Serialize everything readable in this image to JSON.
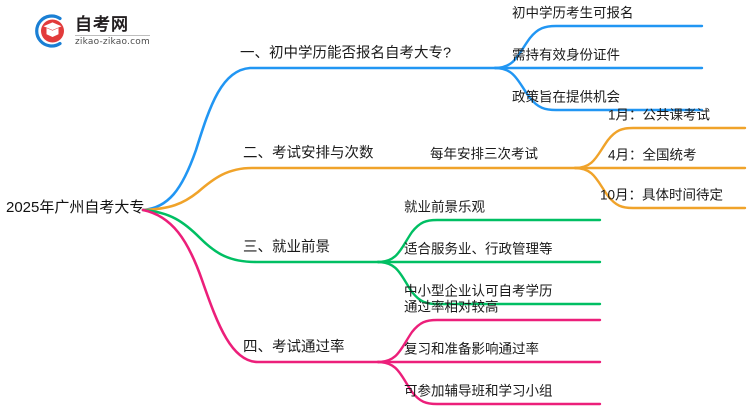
{
  "logo": {
    "name": "自考网",
    "domain": "zikao-zikao.com"
  },
  "mindmap": {
    "root": "2025年广州自考大专",
    "colors": {
      "branch1": "#2196f3",
      "branch2": "#f0a32a",
      "branch3": "#00bf63",
      "branch4": "#ec1f7a"
    },
    "branches": [
      {
        "label": "一、初中学历能否报名自考大专?",
        "color": "#2196f3",
        "children": [
          {
            "label": "初中学历考生可报名"
          },
          {
            "label": "需持有效身份证件"
          },
          {
            "label": "政策旨在提供机会"
          }
        ]
      },
      {
        "label": "二、考试安排与次数",
        "color": "#f0a32a",
        "mid": "每年安排三次考试",
        "children": [
          {
            "label": "1月：公共课考试"
          },
          {
            "label": "4月：全国统考"
          },
          {
            "label": "10月：具体时间待定"
          }
        ]
      },
      {
        "label": "三、就业前景",
        "color": "#00bf63",
        "children": [
          {
            "label": "就业前景乐观"
          },
          {
            "label": "适合服务业、行政管理等"
          },
          {
            "label": "中小型企业认可自考学历"
          }
        ]
      },
      {
        "label": "四、考试通过率",
        "color": "#ec1f7a",
        "children": [
          {
            "label": "通过率相对较高"
          },
          {
            "label": "复习和准备影响通过率"
          },
          {
            "label": "可参加辅导班和学习小组"
          }
        ]
      }
    ]
  }
}
